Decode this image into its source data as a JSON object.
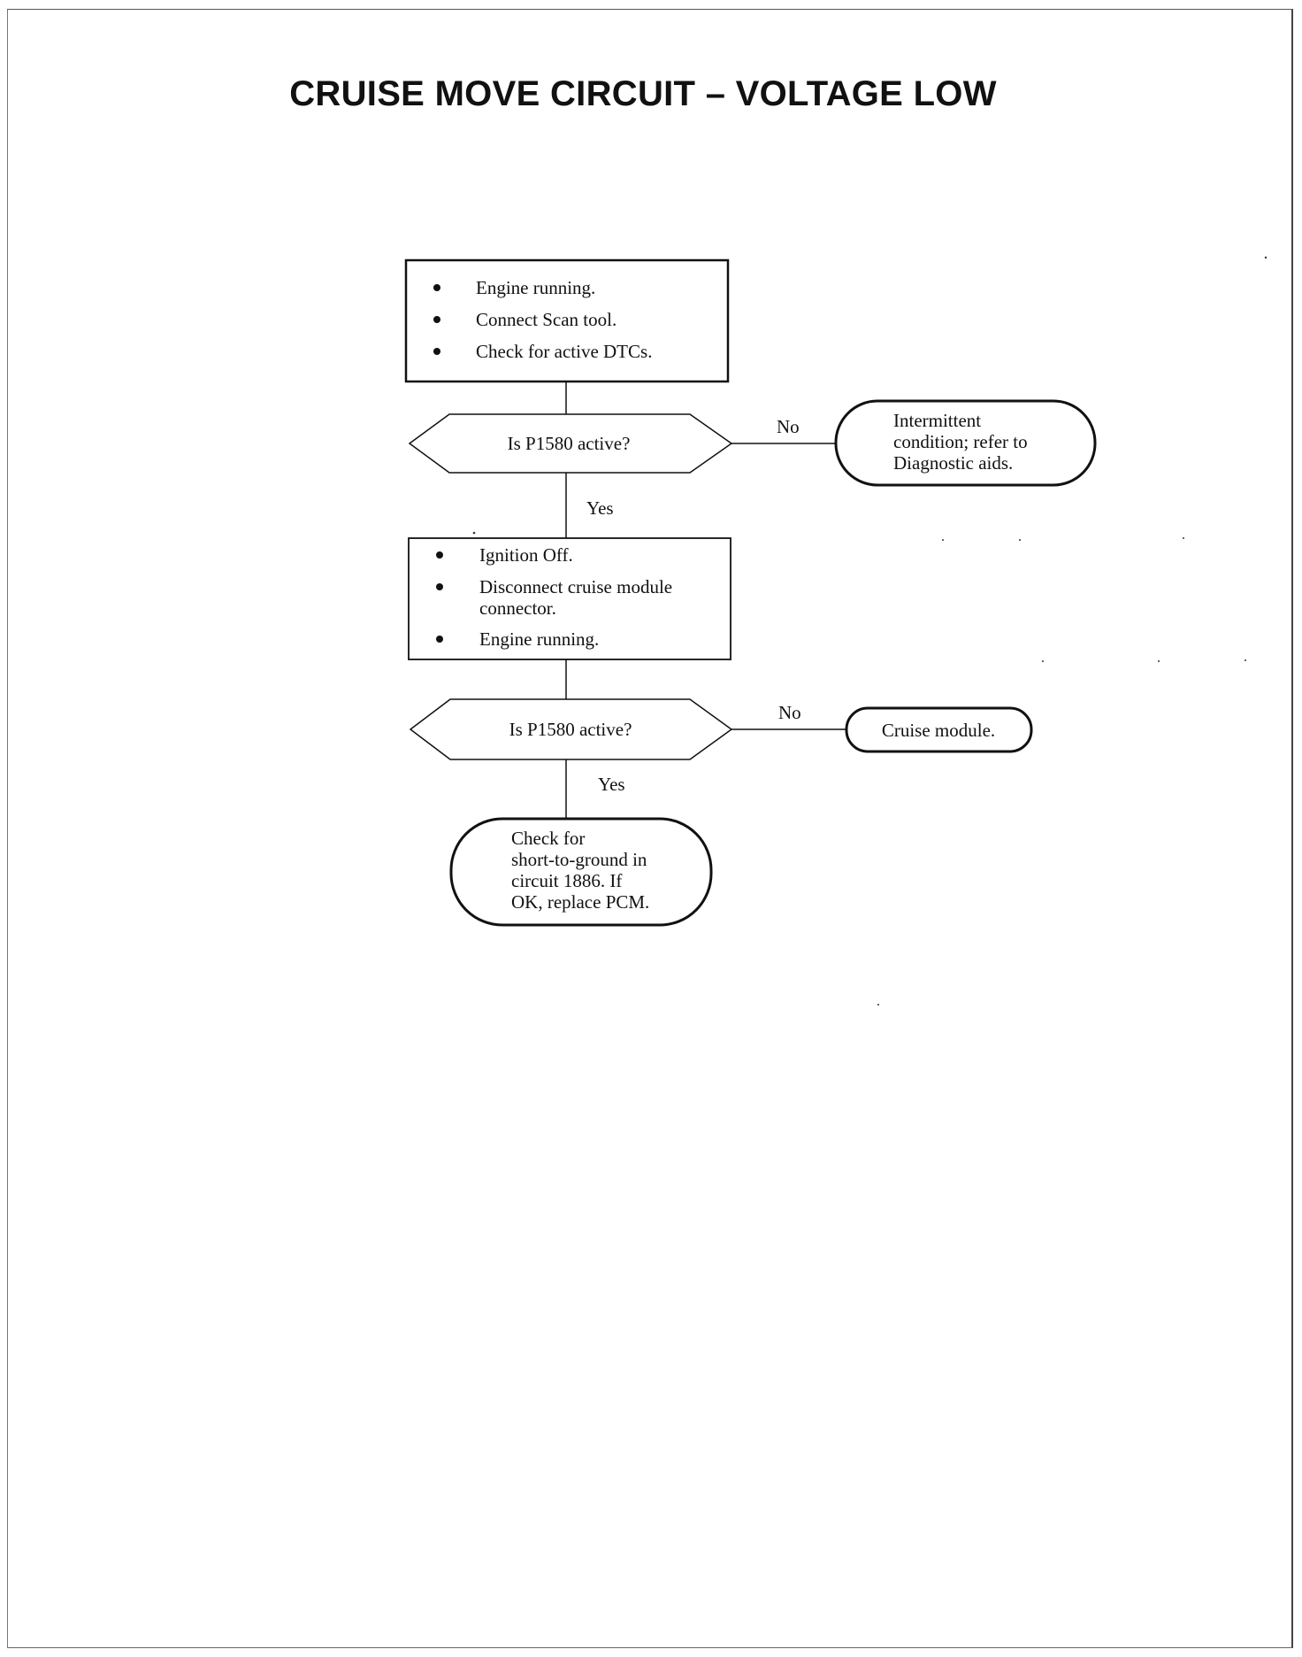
{
  "title": "CRUISE MOVE CIRCUIT – VOLTAGE LOW",
  "steps": {
    "step1": {
      "bullets": [
        "Engine running.",
        "Connect Scan tool.",
        "Check for active DTCs."
      ]
    },
    "decision1": {
      "question": "Is P1580 active?",
      "no_label": "No",
      "yes_label": "Yes",
      "no_result": [
        "Intermittent",
        "condition; refer to",
        "Diagnostic aids."
      ]
    },
    "step2": {
      "bullets": [
        [
          "Ignition Off."
        ],
        [
          "Disconnect cruise module",
          "connector."
        ],
        [
          "Engine running."
        ]
      ]
    },
    "decision2": {
      "question": "Is P1580 active?",
      "no_label": "No",
      "yes_label": "Yes",
      "no_result": [
        "Cruise module."
      ],
      "yes_result": [
        "Check for",
        "short-to-ground in",
        "circuit 1886. If",
        "OK, replace PCM."
      ]
    }
  },
  "colors": {
    "ink": "#111111",
    "paper": "#ffffff"
  }
}
